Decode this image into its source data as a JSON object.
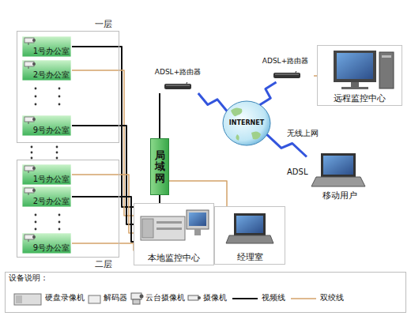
{
  "diagram": {
    "nodes": [
      {
        "text": [
          "一层"
        ]
      },
      {
        "text": [
          "1号办公室"
        ],
        "in": 0
      },
      {
        "text": [
          "2号办公室"
        ],
        "in": 0
      },
      {
        "text": [
          "9号办公室"
        ],
        "in": 0
      },
      {
        "text": [
          "二层"
        ]
      },
      {
        "text": [
          "1号办公室"
        ],
        "in": 4
      },
      {
        "text": [
          "2号办公室"
        ],
        "in": 4
      },
      {
        "text": [
          "9号办公室"
        ],
        "in": 4
      },
      {
        "text": [
          "局域网"
        ]
      },
      {
        "text": [
          "ADSL+路由器"
        ]
      },
      {
        "text": [
          "INTERNET"
        ]
      },
      {
        "text": [
          "ADSL+路由器"
        ]
      },
      {
        "text": [
          "远程监控中心"
        ]
      },
      {
        "text": [
          "本地监控中心"
        ]
      },
      {
        "text": [
          "经理室"
        ]
      },
      {
        "text": [
          "移动用户"
        ]
      }
    ],
    "edges": [
      {
        "from": 1,
        "to": 13,
        "arrow": "none"
      },
      {
        "from": 2,
        "to": 13,
        "arrow": "none"
      },
      {
        "from": 3,
        "to": 13,
        "arrow": "none"
      },
      {
        "from": 5,
        "to": 13,
        "arrow": "none"
      },
      {
        "from": 6,
        "to": 13,
        "arrow": "none"
      },
      {
        "from": 7,
        "to": 13,
        "arrow": "none"
      },
      {
        "from": 8,
        "to": 9,
        "arrow": "none"
      },
      {
        "from": 8,
        "to": 13,
        "arrow": "none"
      },
      {
        "from": 8,
        "to": 14,
        "arrow": "none"
      },
      {
        "from": 9,
        "to": 10,
        "arrow": "none"
      },
      {
        "from": 10,
        "to": 11,
        "arrow": "none"
      },
      {
        "from": 11,
        "to": 12,
        "arrow": "none"
      },
      {
        "from": 10,
        "to": 15,
        "label": "无线上网",
        "arrow": "none"
      }
    ],
    "labels": [
      "ADSL",
      "设备说明："
    ],
    "legend": [
      {
        "text": "硬盘录像机"
      },
      {
        "text": "解码器"
      },
      {
        "text": "云台摄像机"
      },
      {
        "text": "摄像机"
      },
      {
        "text": "视频线"
      },
      {
        "text": "双绞线"
      }
    ]
  }
}
